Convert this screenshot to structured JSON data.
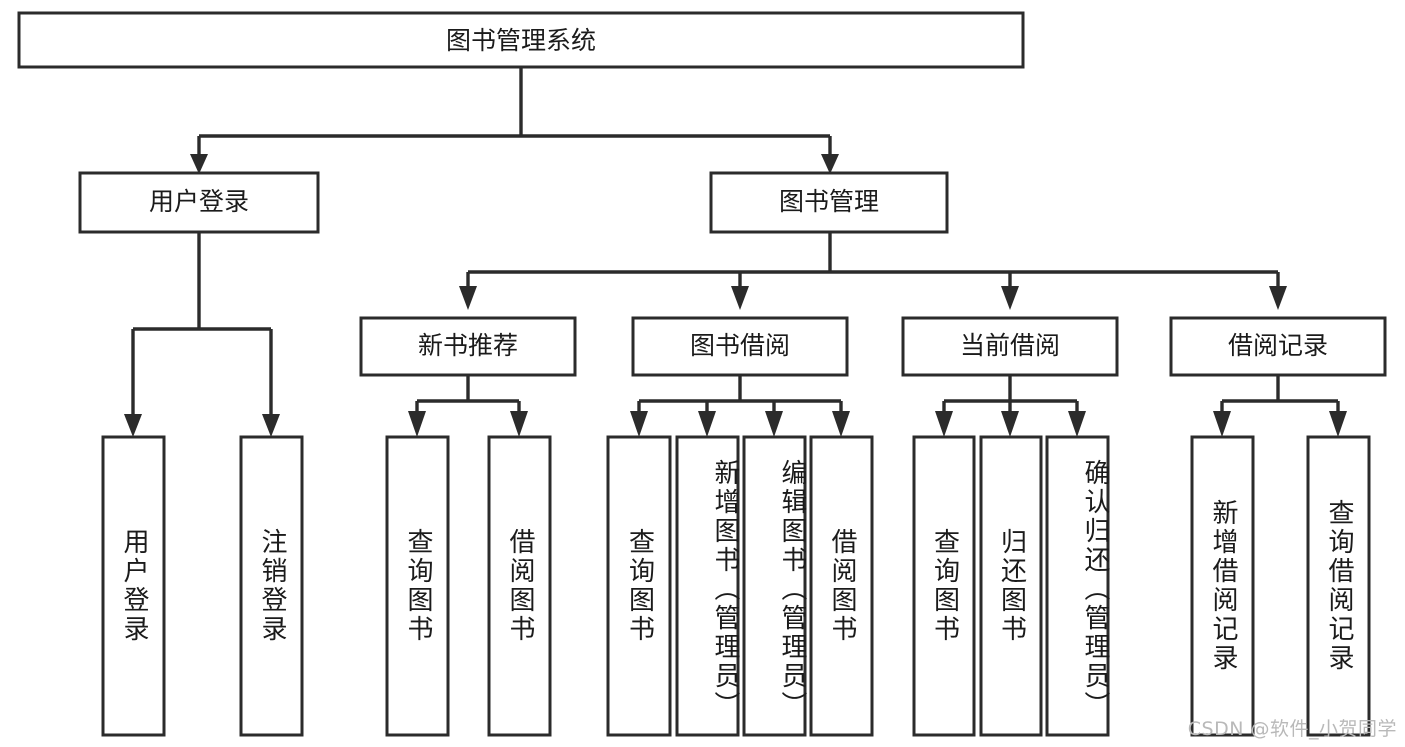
{
  "diagram": {
    "type": "tree-hierarchy-flowchart",
    "root": {
      "id": "root",
      "label": "图书管理系统"
    },
    "level1": [
      {
        "id": "user-login",
        "label": "用户登录"
      },
      {
        "id": "book-manage",
        "label": "图书管理"
      }
    ],
    "level2": [
      {
        "id": "new-book-recommend",
        "label": "新书推荐",
        "parent": "book-manage"
      },
      {
        "id": "book-borrow",
        "label": "图书借阅",
        "parent": "book-manage"
      },
      {
        "id": "current-borrow",
        "label": "当前借阅",
        "parent": "book-manage"
      },
      {
        "id": "borrow-record",
        "label": "借阅记录",
        "parent": "book-manage"
      }
    ],
    "leaves": {
      "user-login": [
        {
          "id": "leaf-user-login",
          "label": "用户登录"
        },
        {
          "id": "leaf-user-logout",
          "label": "注销登录"
        }
      ],
      "new-book-recommend": [
        {
          "id": "leaf-query-book-1",
          "label": "查询图书"
        },
        {
          "id": "leaf-borrow-book-1",
          "label": "借阅图书"
        }
      ],
      "book-borrow": [
        {
          "id": "leaf-query-book-2",
          "label": "查询图书"
        },
        {
          "id": "leaf-add-book",
          "label": "新增图书（管理员）"
        },
        {
          "id": "leaf-edit-book",
          "label": "编辑图书（管理员）"
        },
        {
          "id": "leaf-borrow-book-2",
          "label": "借阅图书"
        }
      ],
      "current-borrow": [
        {
          "id": "leaf-query-book-3",
          "label": "查询图书"
        },
        {
          "id": "leaf-return-book",
          "label": "归还图书"
        },
        {
          "id": "leaf-confirm-return",
          "label": "确认归还（管理员）"
        }
      ],
      "borrow-record": [
        {
          "id": "leaf-add-record",
          "label": "新增借阅记录"
        },
        {
          "id": "leaf-query-record",
          "label": "查询借阅记录"
        }
      ]
    }
  },
  "style": {
    "background_color": "#ffffff",
    "box_fill": "#ffffff",
    "box_stroke": "#2b2b2b",
    "text_color": "#1b1b1b",
    "watermark_color": "#b9b9b9"
  },
  "watermark": {
    "text": "CSDN @软件_小贺同学"
  }
}
